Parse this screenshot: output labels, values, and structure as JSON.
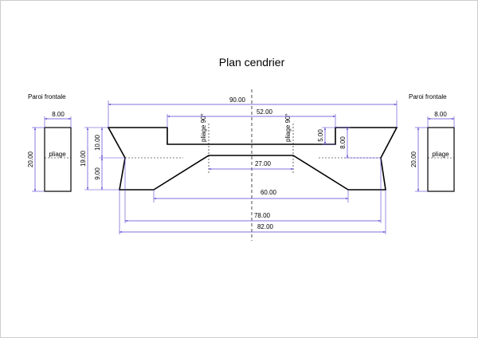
{
  "title": "Plan  cendrier",
  "side_panels": {
    "left_label": "Paroi frontale",
    "right_label": "Paroi frontale",
    "width_dim": "8.00",
    "height_dim": "20.00",
    "fold_label": "pliage"
  },
  "dimensions": {
    "overall_top_width": "90.00",
    "inner_top_width": "52.00",
    "inner_bottom_width": "27.00",
    "base_top_width": "60.00",
    "width_78": "78.00",
    "width_82": "82.00",
    "total_height": "19.00",
    "upper_height": "10.00",
    "lower_height": "9.00",
    "notch_depth": "5.00",
    "right_height": "8.00"
  },
  "fold_labels": {
    "left": "pliage 90°",
    "right": "pliage 90°"
  }
}
